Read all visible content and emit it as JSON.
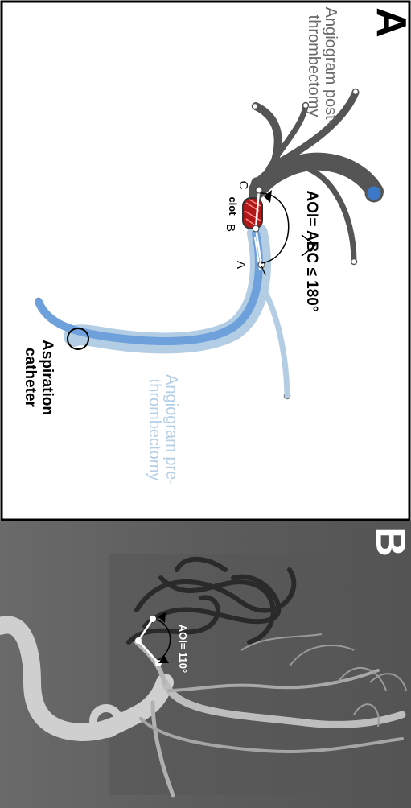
{
  "panel_a": {
    "letter": "A",
    "post_label": [
      "Angiogram post-",
      "thrombectomy"
    ],
    "pre_label": [
      "Angiogram pre-",
      "thrombectomy"
    ],
    "catheter_label": [
      "Aspiration",
      "catheter"
    ],
    "aoi_formula": "AOI= ABC ≤ 180°",
    "point_a": "A",
    "point_b": "B",
    "point_c": "C",
    "clot_label": "clot"
  },
  "panel_b": {
    "letter": "B",
    "aoi_value": "AOI= 110°"
  },
  "colors": {
    "post_vessel": "#555555",
    "pre_vessel": "#b3cde4",
    "catheter": "#6ea1dc",
    "clot": "#d02020"
  }
}
